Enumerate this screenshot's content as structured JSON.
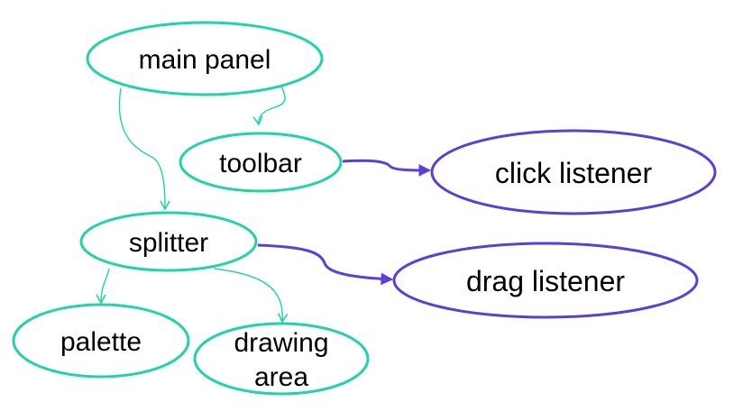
{
  "colors": {
    "green": "#22d3a8",
    "purple": "#5b3fd6",
    "text": "#000000",
    "background": "#ffffff"
  },
  "nodes": {
    "main_panel": {
      "label": "main panel",
      "color": "green"
    },
    "toolbar": {
      "label": "toolbar",
      "color": "green"
    },
    "splitter": {
      "label": "splitter",
      "color": "green"
    },
    "palette": {
      "label": "palette",
      "color": "green"
    },
    "drawing_area": {
      "label_line1": "drawing",
      "label_line2": "area",
      "color": "green"
    },
    "click_listener": {
      "label": "click listener",
      "color": "purple"
    },
    "drag_listener": {
      "label": "drag listener",
      "color": "purple"
    }
  },
  "edges": [
    {
      "from": "main panel",
      "to": "toolbar",
      "color": "green"
    },
    {
      "from": "main panel",
      "to": "splitter",
      "color": "green"
    },
    {
      "from": "splitter",
      "to": "palette",
      "color": "green"
    },
    {
      "from": "splitter",
      "to": "drawing area",
      "color": "green"
    },
    {
      "from": "toolbar",
      "to": "click listener",
      "color": "purple"
    },
    {
      "from": "splitter",
      "to": "drag listener",
      "color": "purple"
    }
  ]
}
